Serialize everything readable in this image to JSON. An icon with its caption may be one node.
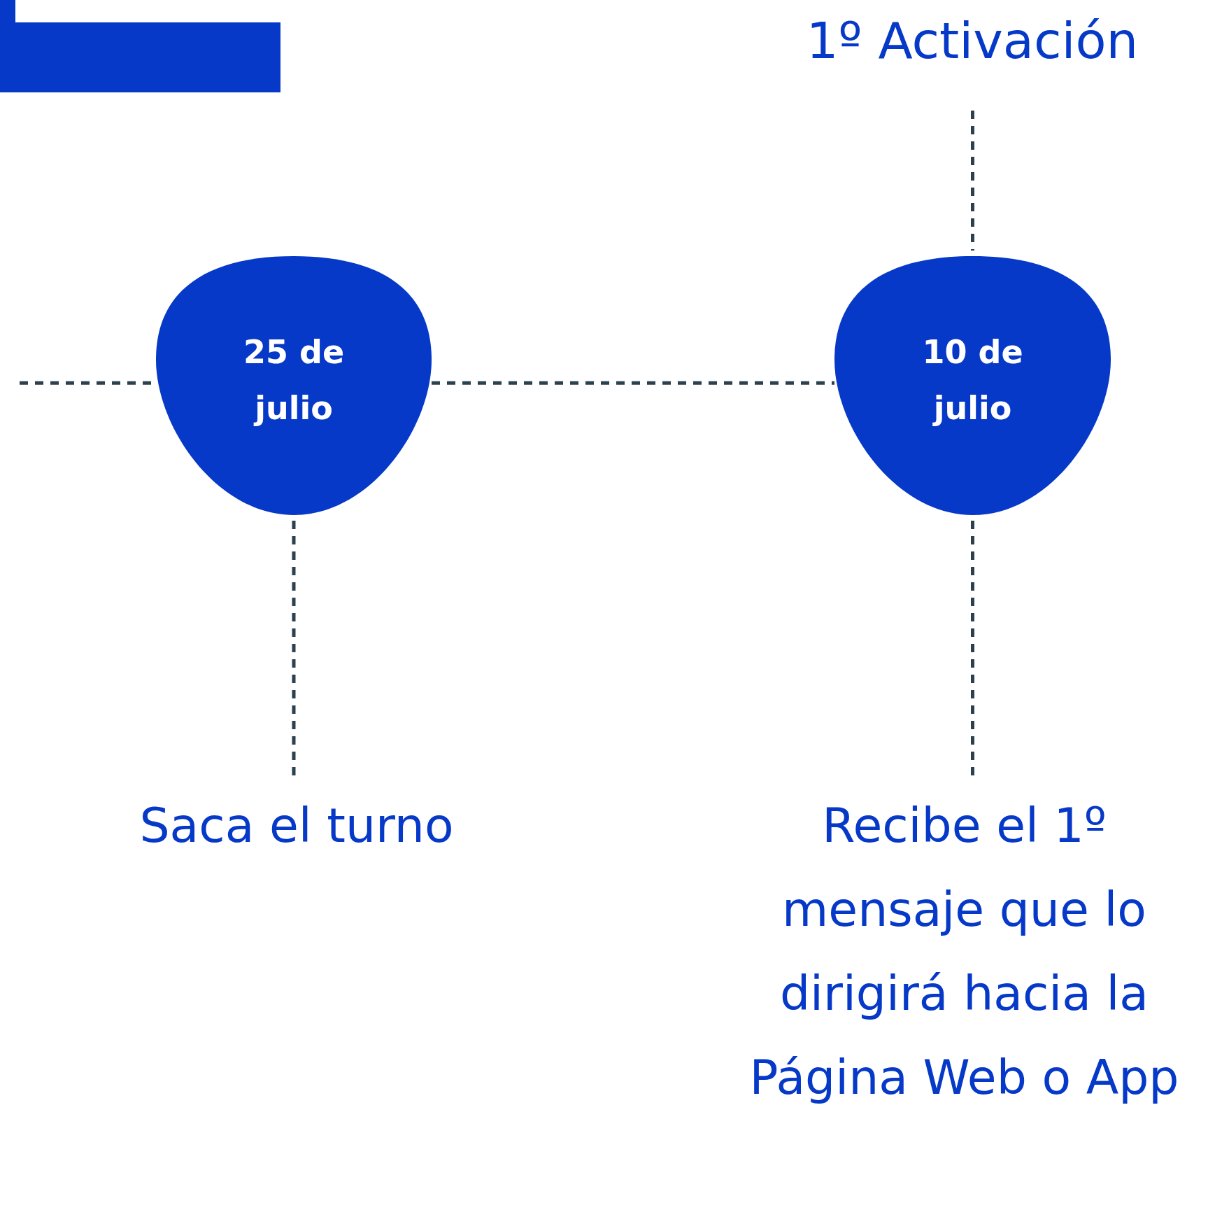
{
  "diagram": {
    "nodes": [
      {
        "text": [
          "1º Activación"
        ]
      },
      {
        "text": [
          "25 de julio"
        ]
      },
      {
        "text": [
          "10 de julio"
        ]
      },
      {
        "text": [
          "Saca el turno"
        ]
      },
      {
        "text": [
          "Recibe el 1º mensaje que lo dirigirá hacia la Página Web o App"
        ]
      }
    ],
    "edges": [
      {
        "from": null,
        "to": 1,
        "arrow": "none",
        "style": "dashed"
      },
      {
        "from": 1,
        "to": 2,
        "arrow": "none",
        "style": "dashed"
      },
      {
        "from": 1,
        "to": 3,
        "arrow": "none",
        "style": "dashed"
      },
      {
        "from": 0,
        "to": 2,
        "arrow": "none",
        "style": "dashed"
      },
      {
        "from": 2,
        "to": 4,
        "arrow": "none",
        "style": "dashed"
      }
    ]
  }
}
